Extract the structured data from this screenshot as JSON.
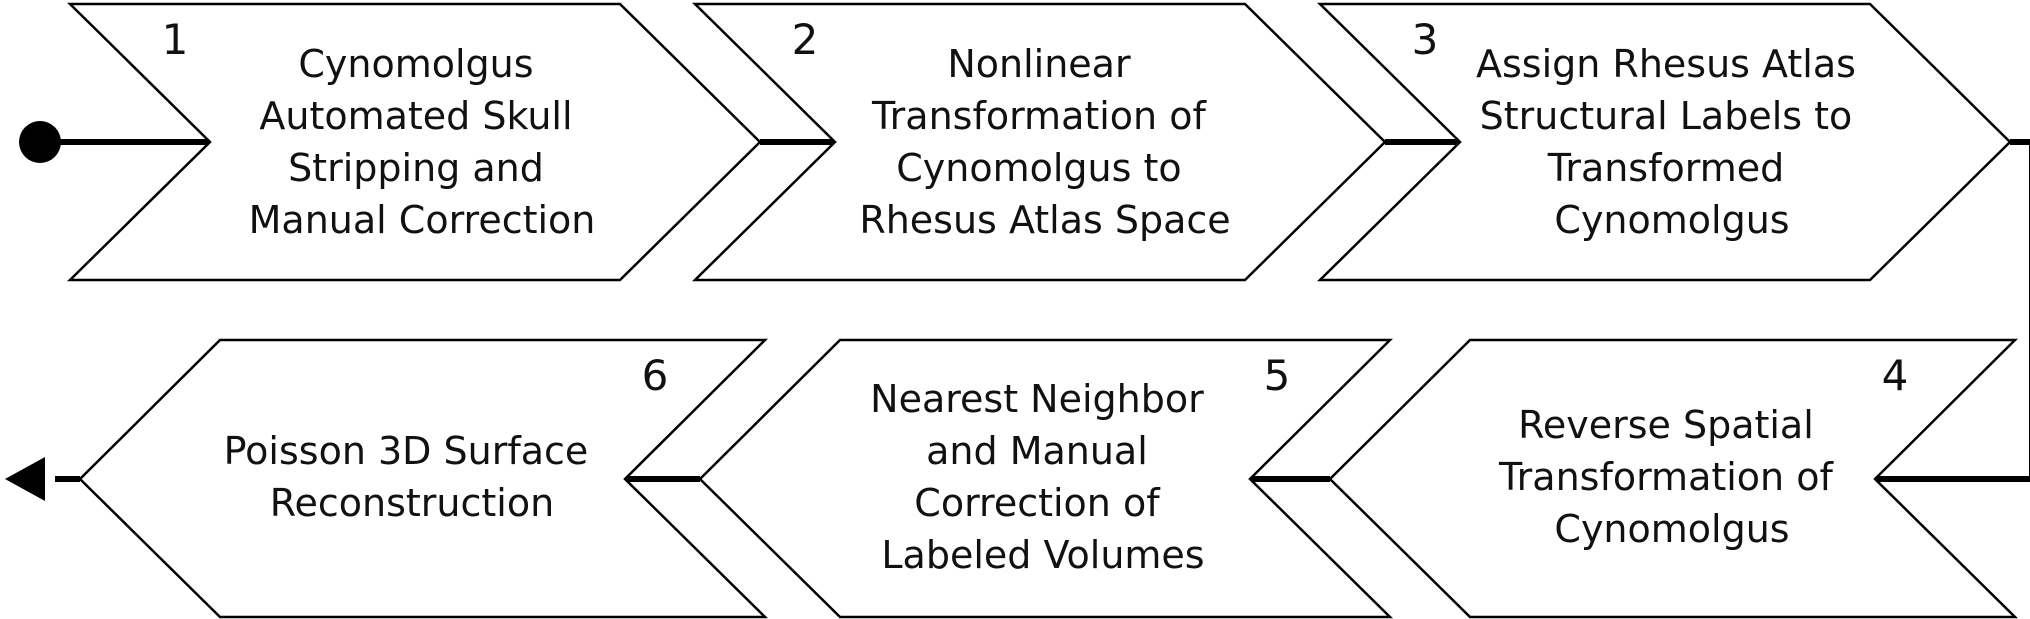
{
  "steps": [
    {
      "number": "1",
      "lines": [
        "Cynomolgus",
        "Automated Skull",
        "Stripping and",
        "Manual Correction"
      ]
    },
    {
      "number": "2",
      "lines": [
        "Nonlinear",
        "Transformation of",
        "Cynomolgus to",
        "Rhesus Atlas Space"
      ]
    },
    {
      "number": "3",
      "lines": [
        "Assign Rhesus Atlas",
        "Structural Labels to",
        "Transformed",
        "Cynomolgus"
      ]
    },
    {
      "number": "4",
      "lines": [
        "Reverse Spatial",
        "Transformation of",
        "Cynomolgus"
      ]
    },
    {
      "number": "5",
      "lines": [
        "Nearest Neighbor",
        "and Manual",
        "Correction of",
        "Labeled Volumes"
      ]
    },
    {
      "number": "6",
      "lines": [
        "Poisson 3D Surface",
        "Reconstruction"
      ]
    }
  ],
  "colors": {
    "stroke": "#000000",
    "fill": "#ffffff",
    "text": "#111111"
  }
}
